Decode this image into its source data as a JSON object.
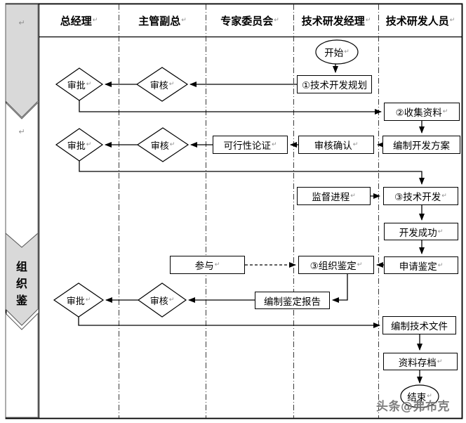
{
  "lanes": [
    {
      "label": "总经理"
    },
    {
      "label": "主管副总"
    },
    {
      "label": "专家委员会"
    },
    {
      "label": "技术研发经理"
    },
    {
      "label": "技术研发人员"
    }
  ],
  "sidebar": {
    "return_mark": "↵",
    "band3_label": "组织鉴"
  },
  "nodes": {
    "start": "开始",
    "plan": "①技术开发规划",
    "collect": "②收集资料",
    "scheme": "编制开发方案",
    "confirm": "审核确认",
    "feasibility": "可行性论证",
    "supervise": "监督进程",
    "develop": "③技术开发",
    "success": "开发成功",
    "apply": "申请鉴定",
    "organize": "③组织鉴定",
    "participate": "参与",
    "report": "编制鉴定报告",
    "docs": "编制技术文件",
    "archive": "资料存档",
    "end": "结束",
    "approve": "审批",
    "review": "审核"
  },
  "watermark": "头条@弗布克",
  "colors": {
    "band_fill": "#d9d9d9",
    "line": "#000000",
    "separator": "#3a3a3a",
    "mark": "#8f8f8f"
  }
}
